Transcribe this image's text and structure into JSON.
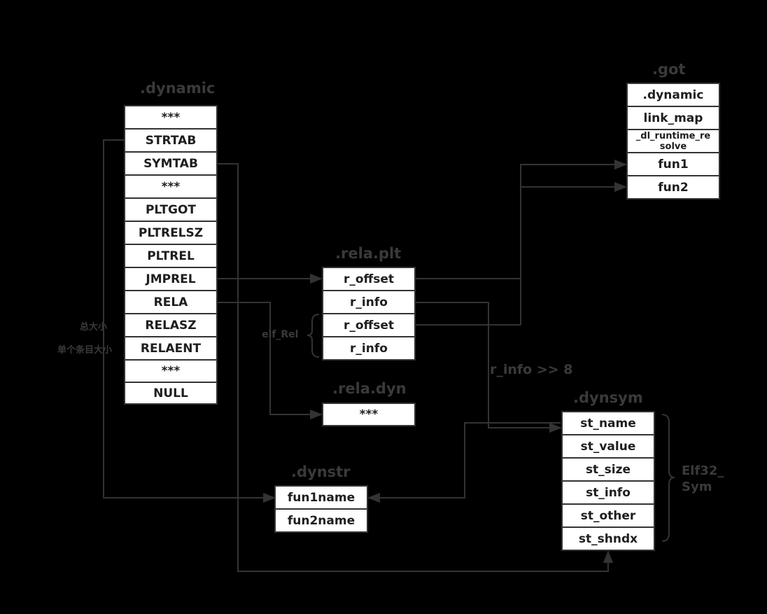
{
  "dynamic": {
    "title": ".dynamic",
    "entries": [
      "***",
      "STRTAB",
      "SYMTAB",
      "***",
      "PLTGOT",
      "PLTRELSZ",
      "PLTREL",
      "JMPREL",
      "RELA",
      "RELASZ",
      "RELAENT",
      "***",
      "NULL"
    ]
  },
  "got": {
    "title": ".got",
    "entries": [
      ".dynamic",
      "link_map",
      "_dl_runtime_resolve",
      "fun1",
      "fun2"
    ]
  },
  "rela_plt": {
    "title": ".rela.plt",
    "entries": [
      "r_offset",
      "r_info",
      "r_offset",
      "r_info"
    ]
  },
  "rela_dyn": {
    "title": ".rela.dyn",
    "entries": [
      "***"
    ]
  },
  "dynsym": {
    "title": ".dynsym",
    "entries": [
      "st_name",
      "st_value",
      "st_size",
      "st_info",
      "st_other",
      "st_shndx"
    ]
  },
  "dynstr": {
    "title": ".dynstr",
    "entries": [
      "fun1name",
      "fun2name"
    ]
  },
  "labels": {
    "total_size": "总大小",
    "entry_size": "单个条目大小",
    "elf_rel": "elf_Rel",
    "r_info_shift": "r_info >> 8",
    "elf32_sym_line1": "Elf32_",
    "elf32_sym_line2": "Sym"
  },
  "colors": {
    "background": "#000000",
    "box_fill": "#ffffff",
    "line": "#333333",
    "label_text": "#3a3a3a"
  }
}
